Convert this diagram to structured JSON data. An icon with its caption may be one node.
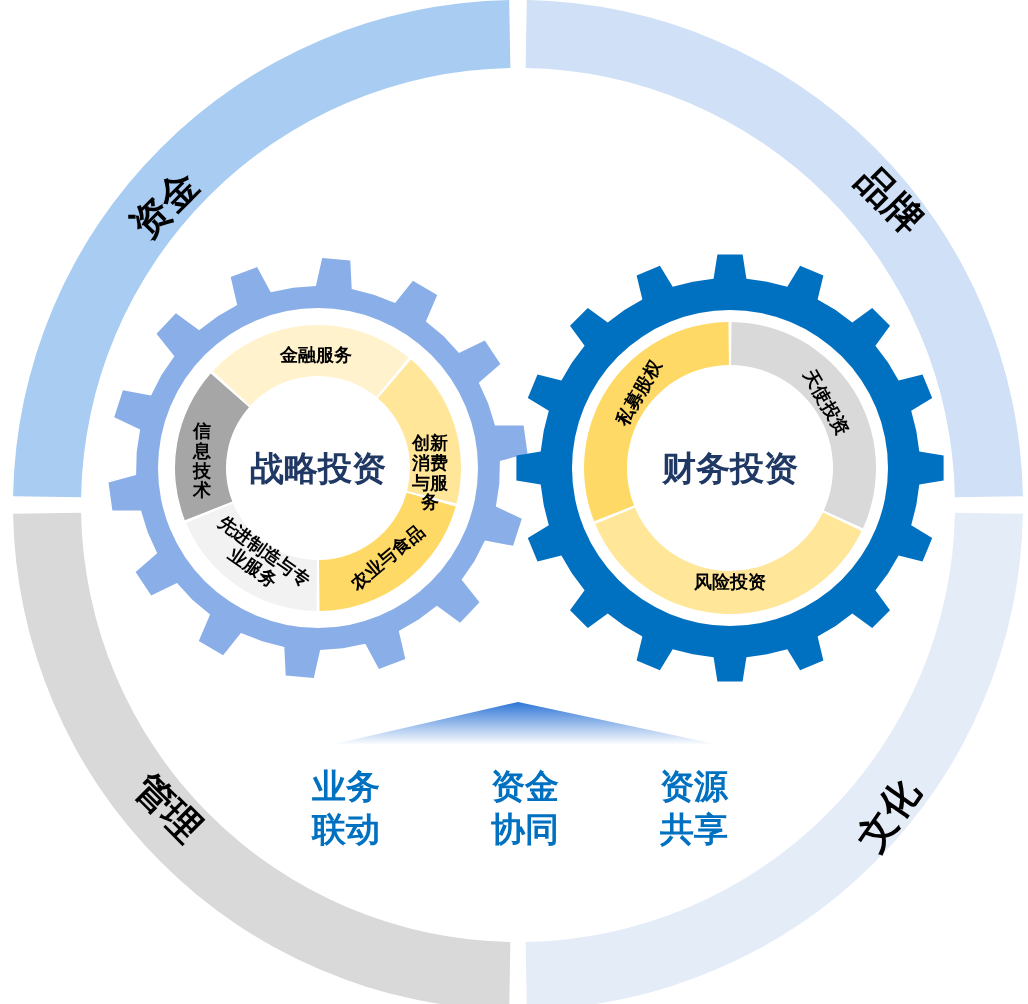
{
  "diagram": {
    "nodes": [
      {
        "text": [
          "资金"
        ]
      },
      {
        "text": [
          "品牌"
        ]
      },
      {
        "text": [
          "管理"
        ]
      },
      {
        "text": [
          "文化"
        ]
      },
      {
        "text": [
          "战略投资"
        ]
      },
      {
        "text": [
          "金融服务"
        ],
        "in": 4
      },
      {
        "text": [
          "创新消费与服务"
        ],
        "in": 4
      },
      {
        "text": [
          "农业与食品"
        ],
        "in": 4
      },
      {
        "text": [
          "先进制造与专业服务"
        ],
        "in": 4
      },
      {
        "text": [
          "信息技术"
        ],
        "in": 4
      },
      {
        "text": [
          "财务投资"
        ]
      },
      {
        "text": [
          "私募股权"
        ],
        "in": 10
      },
      {
        "text": [
          "天使投资"
        ],
        "in": 10
      },
      {
        "text": [
          "风险投资"
        ],
        "in": 10
      },
      {
        "text": [],
        "shape": "triangle"
      }
    ],
    "edges": [],
    "labels": [
      "业务联动",
      "资金协同",
      "资源共享"
    ]
  }
}
